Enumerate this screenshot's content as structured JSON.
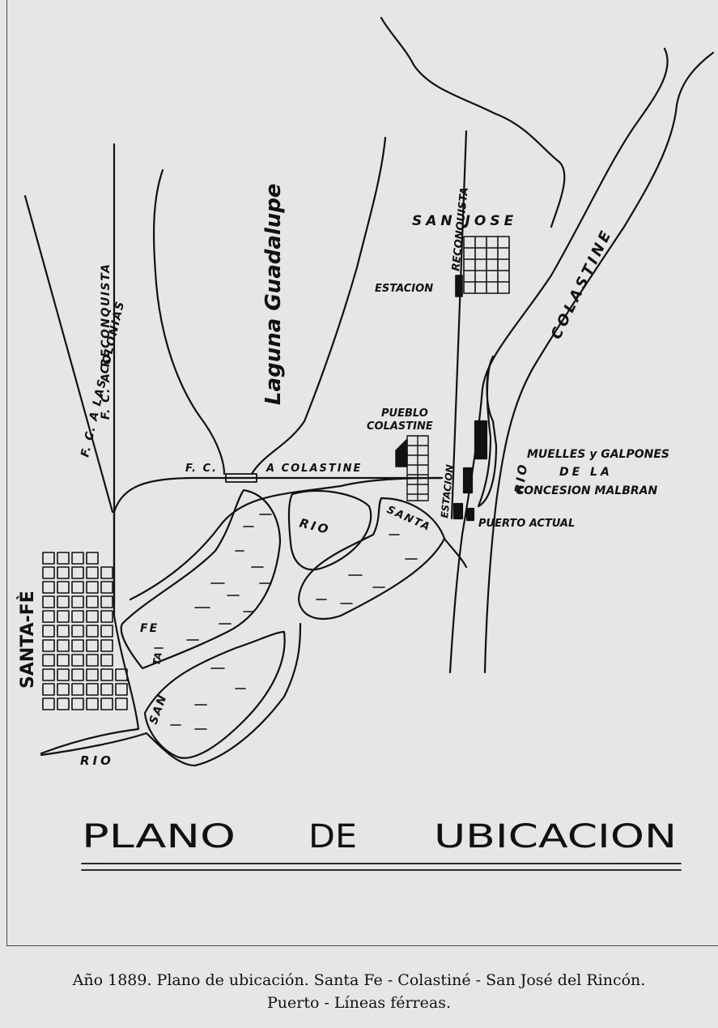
{
  "map": {
    "title": "PLANO DE UBICACION",
    "title_words": [
      "PLANO",
      "DE",
      "UBICACION"
    ],
    "labels": {
      "lake": "Laguna Guadalupe",
      "santa_fe": "SANTA-FÈ",
      "san_jose": "SAN JOSE",
      "estacion_north": "ESTACION",
      "reconquista_vertical": "RECONQUISTA",
      "fc_colonias": "F. C. A LAS COLONIAS",
      "fc_reconquista": "F. C. A RECONQUISTA",
      "fc_a": "F. C.",
      "a_colastine": "A COLASTINE",
      "pueblo": "PUEBLO",
      "colastine_town": "COLASTINE",
      "estacion_south": "ESTACION",
      "colastine_river": "COLASTINE",
      "rio_vertical": "RIO",
      "muelles_line1": "MUELLES y GALPONES",
      "muelles_line2": "DE LA",
      "muelles_line3": "CONCESION MALBRAN",
      "puerto": "PUERTO ACTUAL",
      "rio_island": "RIO",
      "santa_river": "SANTA",
      "fe_island": "FE",
      "ta_island": "TA",
      "san_island": "SAN",
      "rio_bottom": "RIO"
    }
  },
  "caption": {
    "line1": "Año 1889. Plano de ubicación. Santa Fe - Colastiné - San José del Rincón.",
    "line2": "Puerto - Líneas férreas."
  },
  "colors": {
    "ink": "#111111",
    "paper": "#e6e6e6"
  }
}
